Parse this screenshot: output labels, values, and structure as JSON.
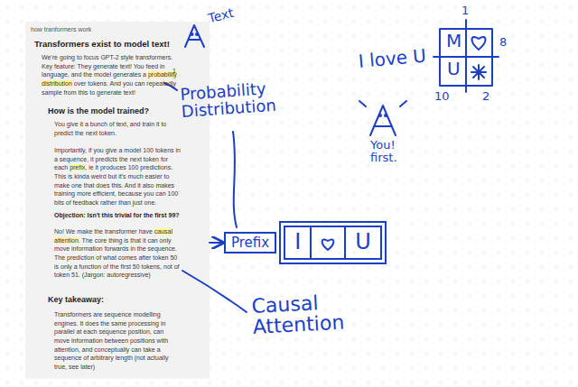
{
  "diagram": {
    "title": "how tranformers work",
    "nodes": [
      {
        "text": [
          "Transformers exist to model text!",
          "We're going to focus GPT-2 style transformers. Key feature: They generate text! You feed in language, and the model generates a probability distribution over tokens. And you can repeatedly sample from this to generate text!",
          "1",
          "How is the model trained?",
          "You give it a bunch of text, and train it to predict the next token.",
          "Importantly, if you give a model 100 tokens in a sequence, it predicts the next token for each prefix, ie it produces 100 predictions. This is kinda weird but it's much easier to make one that does this. And it also makes training more efficient, because you can 100 bits of feedback rather than just one.",
          "Objection: Isn't this trivial for the first 99?",
          "No! We make the transformer have causal attention. The core thing is that it can only move information forwards in the sequence. The prediction of what comes after token 50 is only a function of the first 50 tokens, not of token 51. (Jargon: autoregressive)",
          "Key takeaway:",
          "Transformers are sequence modelling engines. It does the same processing in parallel at each sequence position, can move information between positions with attention, and conceptually can take a sequence of arbitrary length (not actually true, see later)"
        ]
      },
      {
        "text": [
          "Prefix"
        ]
      },
      {
        "text": [
          "I",
          "U"
        ]
      },
      {
        "text": [
          "M",
          "U"
        ]
      }
    ],
    "edges": [
      {
        "from": 0,
        "to": 1,
        "arrow": "to"
      }
    ],
    "labels": [
      "Text",
      "Probability Distribution",
      "I love U",
      "1",
      "8",
      "10",
      "2",
      "You! first.",
      "Causal Attention"
    ]
  }
}
